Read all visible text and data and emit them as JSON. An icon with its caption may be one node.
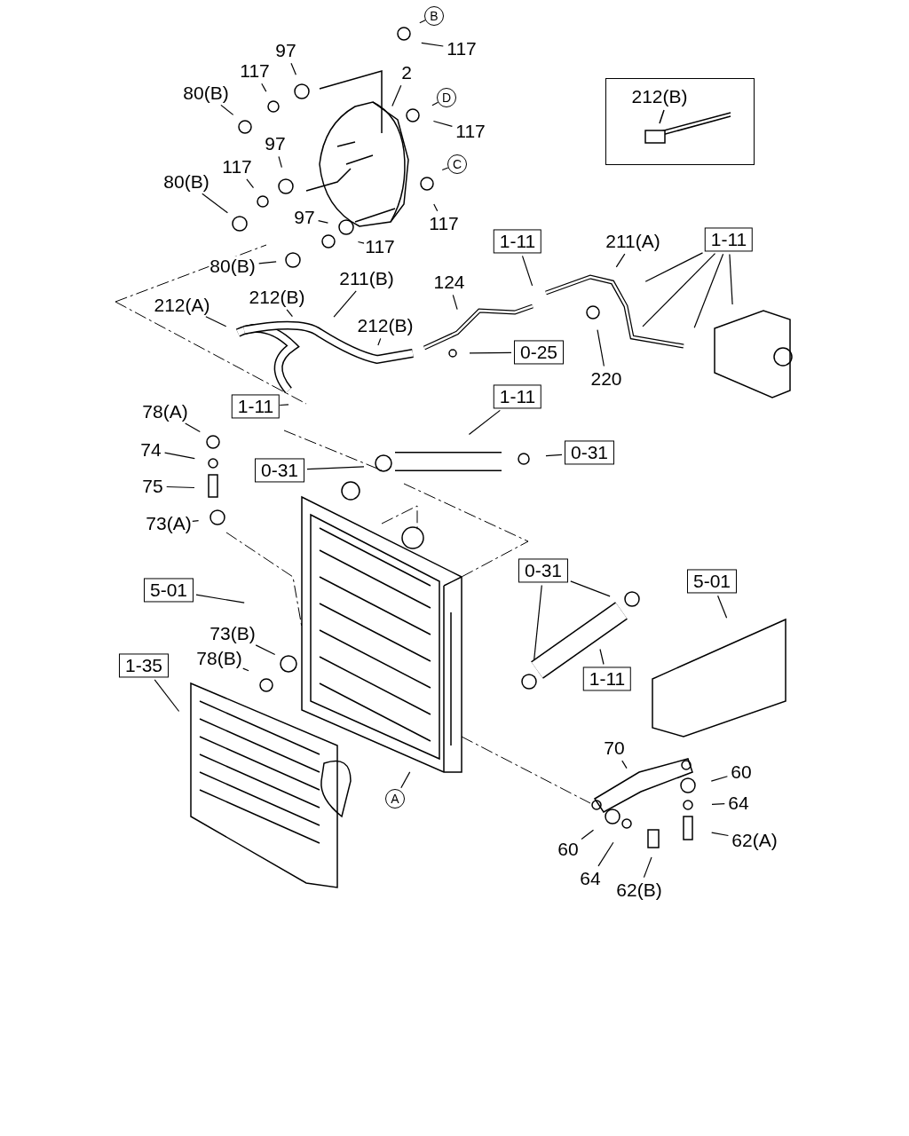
{
  "diagram": {
    "nodes": [
      {
        "text": [
          "97"
        ]
      },
      {
        "text": [
          "117"
        ]
      },
      {
        "text": [
          "B"
        ]
      },
      {
        "text": [
          "117"
        ]
      },
      {
        "text": [
          "80(B)"
        ]
      },
      {
        "text": [
          "2"
        ]
      },
      {
        "text": [
          "D"
        ]
      },
      {
        "text": [
          "117"
        ]
      },
      {
        "text": [
          "117"
        ]
      },
      {
        "text": [
          "97"
        ]
      },
      {
        "text": [
          "80(B)"
        ]
      },
      {
        "text": [
          "C"
        ]
      },
      {
        "text": [
          "117"
        ]
      },
      {
        "text": [
          "97"
        ]
      },
      {
        "text": [
          "117"
        ]
      },
      {
        "text": [
          "80(B)"
        ]
      },
      {
        "text": [
          "212(B)"
        ]
      },
      {
        "text": [
          "211(A)"
        ]
      },
      {
        "text": [
          "1-11"
        ]
      },
      {
        "text": [
          "1-11"
        ]
      },
      {
        "text": [
          "124"
        ]
      },
      {
        "text": [
          "211(B)"
        ]
      },
      {
        "text": [
          "212(B)"
        ]
      },
      {
        "text": [
          "212(A)"
        ]
      },
      {
        "text": [
          "212(B)"
        ]
      },
      {
        "text": [
          "0-25"
        ]
      },
      {
        "text": [
          "220"
        ]
      },
      {
        "text": [
          "1-11"
        ]
      },
      {
        "text": [
          "1-11"
        ]
      },
      {
        "text": [
          "78(A)"
        ]
      },
      {
        "text": [
          "74"
        ]
      },
      {
        "text": [
          "0-31"
        ]
      },
      {
        "text": [
          "0-31"
        ]
      },
      {
        "text": [
          "75"
        ]
      },
      {
        "text": [
          "73(A)"
        ]
      },
      {
        "text": [
          "0-31"
        ]
      },
      {
        "text": [
          "5-01"
        ]
      },
      {
        "text": [
          "5-01"
        ]
      },
      {
        "text": [
          "73(B)"
        ]
      },
      {
        "text": [
          "78(B)"
        ]
      },
      {
        "text": [
          "1-35"
        ]
      },
      {
        "text": [
          "1-11"
        ]
      },
      {
        "text": [
          "70"
        ]
      },
      {
        "text": [
          "60"
        ]
      },
      {
        "text": [
          "64"
        ]
      },
      {
        "text": [
          "A"
        ]
      },
      {
        "text": [
          "62(A)"
        ]
      },
      {
        "text": [
          "60"
        ]
      },
      {
        "text": [
          "64"
        ]
      },
      {
        "text": [
          "62(B)"
        ]
      }
    ],
    "edges": [
      {
        "from": 0,
        "to": null,
        "arrow": "none"
      },
      {
        "from": 1,
        "to": null,
        "arrow": "none"
      },
      {
        "from": 2,
        "to": null,
        "arrow": "none"
      },
      {
        "from": 3,
        "to": null,
        "arrow": "none"
      },
      {
        "from": 4,
        "to": null,
        "arrow": "none"
      },
      {
        "from": 5,
        "to": null,
        "arrow": "none"
      },
      {
        "from": 6,
        "to": null,
        "arrow": "none"
      },
      {
        "from": 7,
        "to": null,
        "arrow": "none"
      },
      {
        "from": 8,
        "to": null,
        "arrow": "none"
      },
      {
        "from": 9,
        "to": null,
        "arrow": "none"
      },
      {
        "from": 10,
        "to": null,
        "arrow": "none"
      },
      {
        "from": 11,
        "to": null,
        "arrow": "none"
      },
      {
        "from": 12,
        "to": null,
        "arrow": "none"
      },
      {
        "from": 13,
        "to": null,
        "arrow": "none"
      },
      {
        "from": 14,
        "to": null,
        "arrow": "none"
      },
      {
        "from": 15,
        "to": null,
        "arrow": "none"
      },
      {
        "from": 17,
        "to": null,
        "arrow": "none"
      },
      {
        "from": 18,
        "to": null,
        "arrow": "none"
      },
      {
        "from": 19,
        "to": null,
        "arrow": "none"
      },
      {
        "from": 19,
        "to": null,
        "arrow": "none"
      },
      {
        "from": 19,
        "to": null,
        "arrow": "none"
      },
      {
        "from": 19,
        "to": null,
        "arrow": "none"
      },
      {
        "from": 20,
        "to": null,
        "arrow": "none"
      },
      {
        "from": 21,
        "to": null,
        "arrow": "none"
      },
      {
        "from": 22,
        "to": null,
        "arrow": "none"
      },
      {
        "from": 23,
        "to": null,
        "arrow": "none"
      },
      {
        "from": 24,
        "to": null,
        "arrow": "none"
      },
      {
        "from": 25,
        "to": null,
        "arrow": "none"
      },
      {
        "from": 26,
        "to": null,
        "arrow": "none"
      },
      {
        "from": 27,
        "to": null,
        "arrow": "none"
      },
      {
        "from": 28,
        "to": null,
        "arrow": "none"
      },
      {
        "from": 29,
        "to": null,
        "arrow": "none"
      },
      {
        "from": 30,
        "to": null,
        "arrow": "none"
      },
      {
        "from": 31,
        "to": null,
        "arrow": "none"
      },
      {
        "from": 32,
        "to": null,
        "arrow": "none"
      },
      {
        "from": 33,
        "to": null,
        "arrow": "none"
      },
      {
        "from": 34,
        "to": null,
        "arrow": "none"
      },
      {
        "from": 35,
        "to": null,
        "arrow": "none"
      },
      {
        "from": 35,
        "to": null,
        "arrow": "none"
      },
      {
        "from": 36,
        "to": null,
        "arrow": "none"
      },
      {
        "from": 37,
        "to": null,
        "arrow": "none"
      },
      {
        "from": 38,
        "to": null,
        "arrow": "none"
      },
      {
        "from": 39,
        "to": null,
        "arrow": "none"
      },
      {
        "from": 40,
        "to": null,
        "arrow": "none"
      },
      {
        "from": 41,
        "to": null,
        "arrow": "none"
      },
      {
        "from": 42,
        "to": null,
        "arrow": "none"
      },
      {
        "from": 43,
        "to": null,
        "arrow": "none"
      },
      {
        "from": 44,
        "to": null,
        "arrow": "none"
      },
      {
        "from": 45,
        "to": null,
        "arrow": "none"
      },
      {
        "from": 46,
        "to": null,
        "arrow": "none"
      },
      {
        "from": 47,
        "to": null,
        "arrow": "none"
      },
      {
        "from": 48,
        "to": null,
        "arrow": "none"
      },
      {
        "from": 49,
        "to": null,
        "arrow": "none"
      }
    ]
  }
}
